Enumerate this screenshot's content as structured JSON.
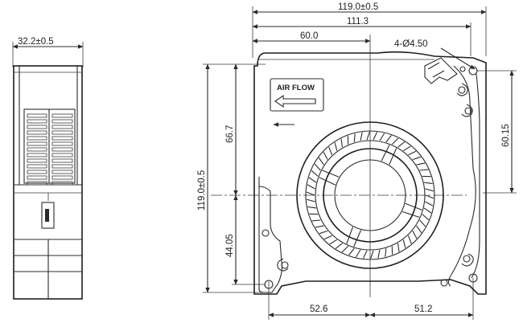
{
  "dimensions": {
    "side_width": "32.2±0.5",
    "overall_width": "119.0±0.5",
    "width_111": "111.3",
    "hub_offset_x": "60.0",
    "holes": "4-Ø4.50",
    "height_top": "66.7",
    "overall_height": "119.0±0.5",
    "height_bottom": "44.05",
    "right_height": "60.15",
    "bottom_left": "52.6",
    "bottom_right": "51.2"
  },
  "airflow_label": "AIR FLOW",
  "icons": [
    "airflow-arrow-icon",
    "dimension-arrow-icon",
    "mounting-hole-icon"
  ]
}
